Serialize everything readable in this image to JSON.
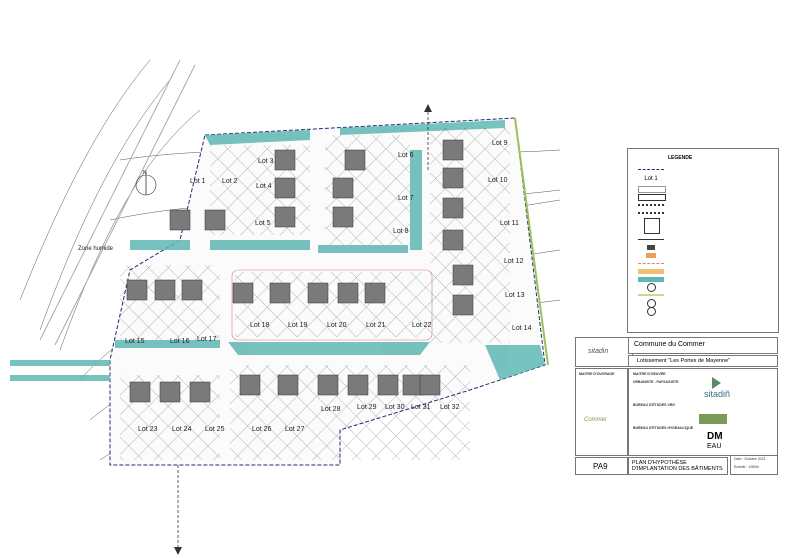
{
  "plan": {
    "zone_label": "Zone humide",
    "north_label": "N",
    "lots": [
      "Lot 1",
      "Lot 2",
      "Lot 3",
      "Lot 4",
      "Lot 5",
      "Lot 6",
      "Lot 7",
      "Lot 8",
      "Lot 9",
      "Lot 10",
      "Lot 11",
      "Lot 12",
      "Lot 13",
      "Lot 14",
      "Lot 15",
      "Lot 16",
      "Lot 17",
      "Lot 18",
      "Lot 19",
      "Lot 20",
      "Lot 21",
      "Lot 22",
      "Lot 23",
      "Lot 24",
      "Lot 25",
      "Lot 26",
      "Lot 27",
      "Lot 28",
      "Lot 29",
      "Lot 30",
      "Lot 31",
      "Lot 32"
    ],
    "colors": {
      "green_space": "#5fb8b4",
      "building": "#7a7a7a",
      "boundary": "#1f2d7a",
      "hedge": "#9fbf5a"
    }
  },
  "legend": {
    "title": "LEGENDE",
    "sample_lot": "Lot 1"
  },
  "title_block": {
    "logo": "sitadin",
    "commune": "Commune du Commer",
    "project": "Lotissement \"Les Portes de Mayenne\"",
    "maitre_ouvrage": "MAITRE D'OUVRAGE",
    "maitre_oeuvre": "MAITRE D'OEUVRE",
    "urbaniste": "URBANISTE - PAYSAGISTE",
    "bureau_vrd": "BUREAU D'ÉTUDES VRD",
    "bureau_hydro": "BUREAU D'ÉTUDES HYDRAULIQUE",
    "sitadin_logo": "sitadiñ",
    "dm_logo": "DM",
    "eau_logo": "EAU",
    "commer_logo": "Commer",
    "plan_code": "PA9",
    "plan_title_1": "PLAN D'HYPOTHÈSE",
    "plan_title_2": "D'IMPLANTATION DES BÂTIMENTS",
    "date": "Date : Octobre 2021",
    "scale": "Echelle : 1/500e"
  }
}
